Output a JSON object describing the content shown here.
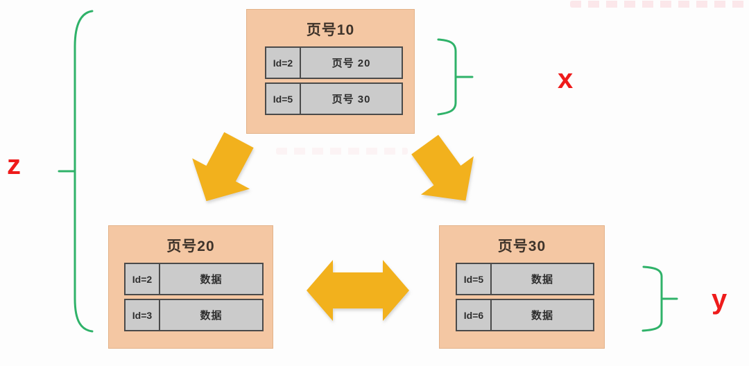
{
  "nodes": [
    {
      "title": "页号10",
      "rows": [
        {
          "key": "Id=2",
          "value": "页号 20"
        },
        {
          "key": "Id=5",
          "value": "页号 30"
        }
      ]
    },
    {
      "title": "页号20",
      "rows": [
        {
          "key": "Id=2",
          "value": "数据"
        },
        {
          "key": "Id=3",
          "value": "数据"
        }
      ]
    },
    {
      "title": "页号30",
      "rows": [
        {
          "key": "Id=5",
          "value": "数据"
        },
        {
          "key": "Id=6",
          "value": "数据"
        }
      ]
    }
  ],
  "labels": {
    "x": "x",
    "y": "y",
    "z": "z"
  },
  "colors": {
    "node_fill": "#f4c7a3",
    "row_fill": "#cbcbcb",
    "row_border": "#4a4a4a",
    "arrow_fill": "#f2b11d",
    "brace_stroke": "#2fb269",
    "label_color": "#ee1b1b"
  }
}
